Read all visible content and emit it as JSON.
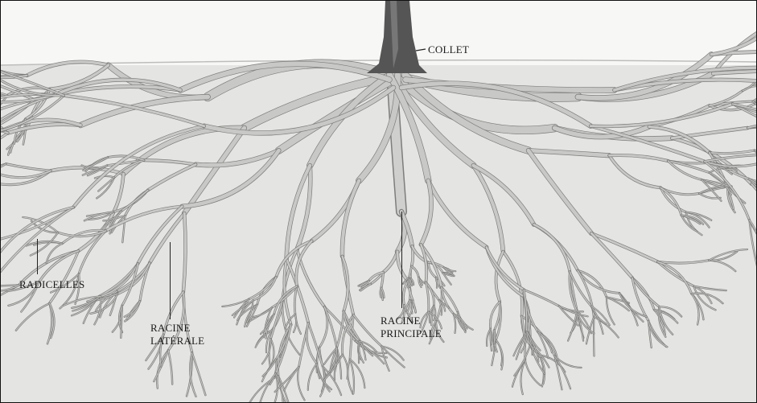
{
  "diagram": {
    "labels": {
      "collet": "COLLET",
      "radicelles": "RADICELLES",
      "racine_laterale": [
        "RACINE",
        "LATÉRALE"
      ],
      "racine_principale": [
        "RACINE",
        "PRINCIPALE"
      ]
    },
    "colors": {
      "sky": "#f7f7f6",
      "soil": "#e4e4e2",
      "root": "#8a8a88",
      "root_light": "#c8c8c6",
      "trunk": "#555555",
      "ink": "#1a1a1a"
    }
  }
}
